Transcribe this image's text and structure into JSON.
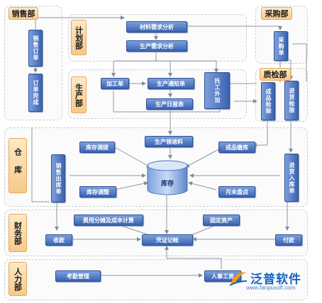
{
  "departments": {
    "sales": "销售部",
    "plan": "计划部",
    "purchase": "采购部",
    "production": "生产部",
    "quality": "质检部",
    "warehouse": "仓库",
    "finance": "财务部",
    "hr": "人力部"
  },
  "nodes": {
    "sales_order": "销售订单",
    "order_complete": "订单完成",
    "material_plan": "材料需求分析",
    "production_plan": "生产需求分析",
    "purchase_order": "采购单",
    "process_order": "加工单",
    "production_notice": "生产通知单",
    "outsource": "托工外加",
    "production_daily": "生产日报表",
    "product_inspect": "成品检验",
    "incoming_inspect": "进货检验",
    "production_pick": "生产领退料",
    "stock_transfer": "库存调拨",
    "product_store": "成品缴库",
    "sales_out": "销售出库单",
    "purchase_in": "进货入库单",
    "stock_adjust": "库存调整",
    "inventory": "库存",
    "month_count": "月末盘点",
    "cost_allocation": "费用分摊及成本计算",
    "fixed_assets": "固定资产",
    "receipt": "收款",
    "voucher": "凭证记帐",
    "payment": "付款",
    "attendance": "考勤管理",
    "personnel_salary": "人事工资"
  },
  "logo": {
    "name": "泛普软件",
    "url": "www.fanpusoft.com"
  },
  "colors": {
    "node": "#3a63b2",
    "dept": "#f7c98a",
    "line": "#8c97a6"
  }
}
